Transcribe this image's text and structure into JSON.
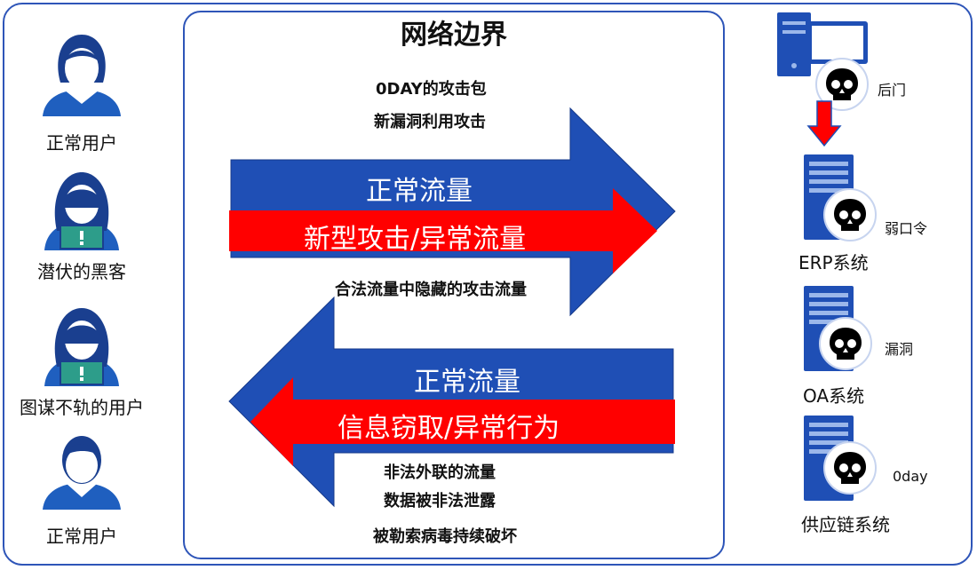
{
  "title": "网络边界",
  "top_notes": [
    "0DAY的攻击包",
    "新漏洞利用攻击"
  ],
  "arrow_in": {
    "normal_label": "正常流量",
    "attack_label": "新型攻击/异常流量",
    "caption": "合法流量中隐藏的攻击流量"
  },
  "arrow_out": {
    "normal_label": "正常流量",
    "attack_label": "信息窃取/异常行为",
    "captions": [
      "非法外联的流量",
      "数据被非法泄露",
      "被勒索病毒持续破坏"
    ]
  },
  "users": [
    {
      "label": "正常用户",
      "icon": "user-female-icon"
    },
    {
      "label": "潜伏的黑客",
      "icon": "hacker-icon"
    },
    {
      "label": "图谋不轨的用户",
      "icon": "hacker-icon"
    },
    {
      "label": "正常用户",
      "icon": "user-male-icon"
    }
  ],
  "workstation": {
    "tag": "后门",
    "icon": "desktop-computer-icon"
  },
  "systems": [
    {
      "label": "ERP系统",
      "tag": "弱口令",
      "icon": "server-icon"
    },
    {
      "label": "OA系统",
      "tag": "漏洞",
      "icon": "server-icon"
    },
    {
      "label": "供应链系统",
      "tag": "0day",
      "icon": "server-icon"
    }
  ],
  "colors": {
    "blue": "#1f4fb5",
    "red": "#ff0000",
    "frame": "#2e55b8",
    "skull_bg": "#000000"
  }
}
